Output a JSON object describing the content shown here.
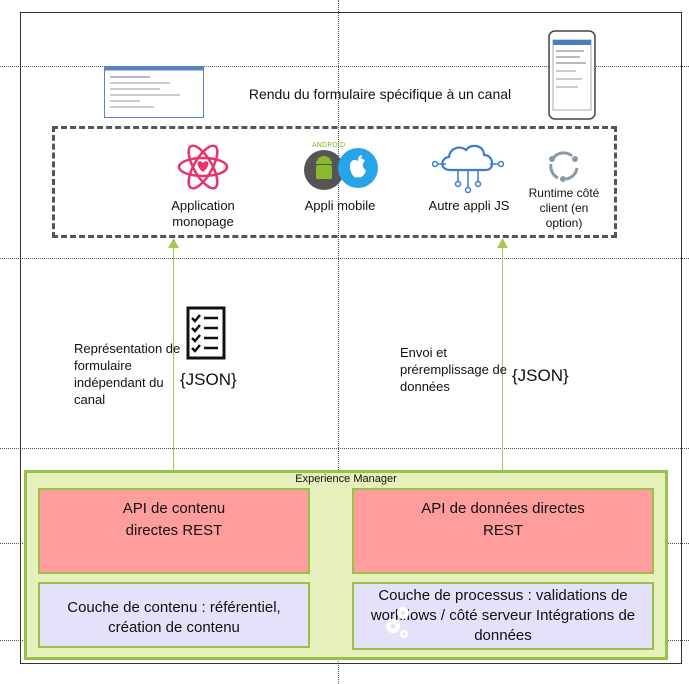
{
  "header": {
    "title": "Rendu du formulaire spécifique à un canal"
  },
  "channels": [
    {
      "label": "Application monopage",
      "icon": "atom-icon"
    },
    {
      "label": "Appli mobile",
      "icon": "android-apple-icon"
    },
    {
      "label": "Autre appli JS",
      "icon": "cloud-network-icon"
    },
    {
      "label": "Runtime côté client (en option)",
      "icon": "cycle-icon"
    }
  ],
  "left_flow": {
    "text": "Représentation de formulaire indépendant du canal",
    "format": "{JSON}",
    "icon": "checklist-icon"
  },
  "right_flow": {
    "text": "Envoi et préremplissage de données",
    "format": "{JSON}"
  },
  "experience_manager": {
    "title": "Experience Manager",
    "content_api": "API de contenu directes REST",
    "data_api": "API de données directes REST",
    "content_layer": "Couche de contenu : référentiel, création de contenu",
    "process_layer": "Couche de processus : validations de workflows / côté serveur Intégrations de données"
  },
  "colors": {
    "api": "#ff9d9d",
    "layer": "#e4e1fb",
    "em_bg": "#e6f0bd",
    "em_border": "#98c14a",
    "atom": "#e8336b",
    "cloud": "#3a7bd5"
  }
}
